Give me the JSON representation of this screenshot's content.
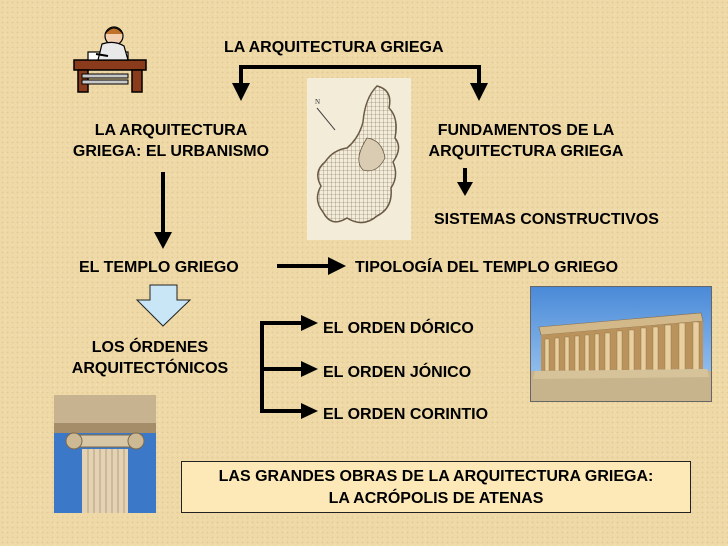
{
  "title": "LA ARQUITECTURA GRIEGA",
  "nodes": {
    "urbanismo": [
      "LA ARQUITECTURA",
      "GRIEGA: EL URBANISMO"
    ],
    "fundamentos": [
      "FUNDAMENTOS DE LA",
      "ARQUITECTURA GRIEGA"
    ],
    "sistemas": "SISTEMAS CONSTRUCTIVOS",
    "templo": "EL TEMPLO GRIEGO",
    "tipologia": "TIPOLOGÍA DEL TEMPLO GRIEGO",
    "ordenes": [
      "LOS ÓRDENES",
      "ARQUITECTÓNICOS"
    ],
    "dorico": "EL ORDEN DÓRICO",
    "jonico": "EL ORDEN JÓNICO",
    "corintio": "EL ORDEN CORINTIO"
  },
  "footer": [
    "LAS GRANDES OBRAS DE LA ARQUITECTURA GRIEGA:",
    "LA ACRÓPOLIS DE ATENAS"
  ],
  "colors": {
    "background": "#efd9a6",
    "footer_bg": "#fde9b8",
    "block_arrow": "#c9e6f6"
  }
}
